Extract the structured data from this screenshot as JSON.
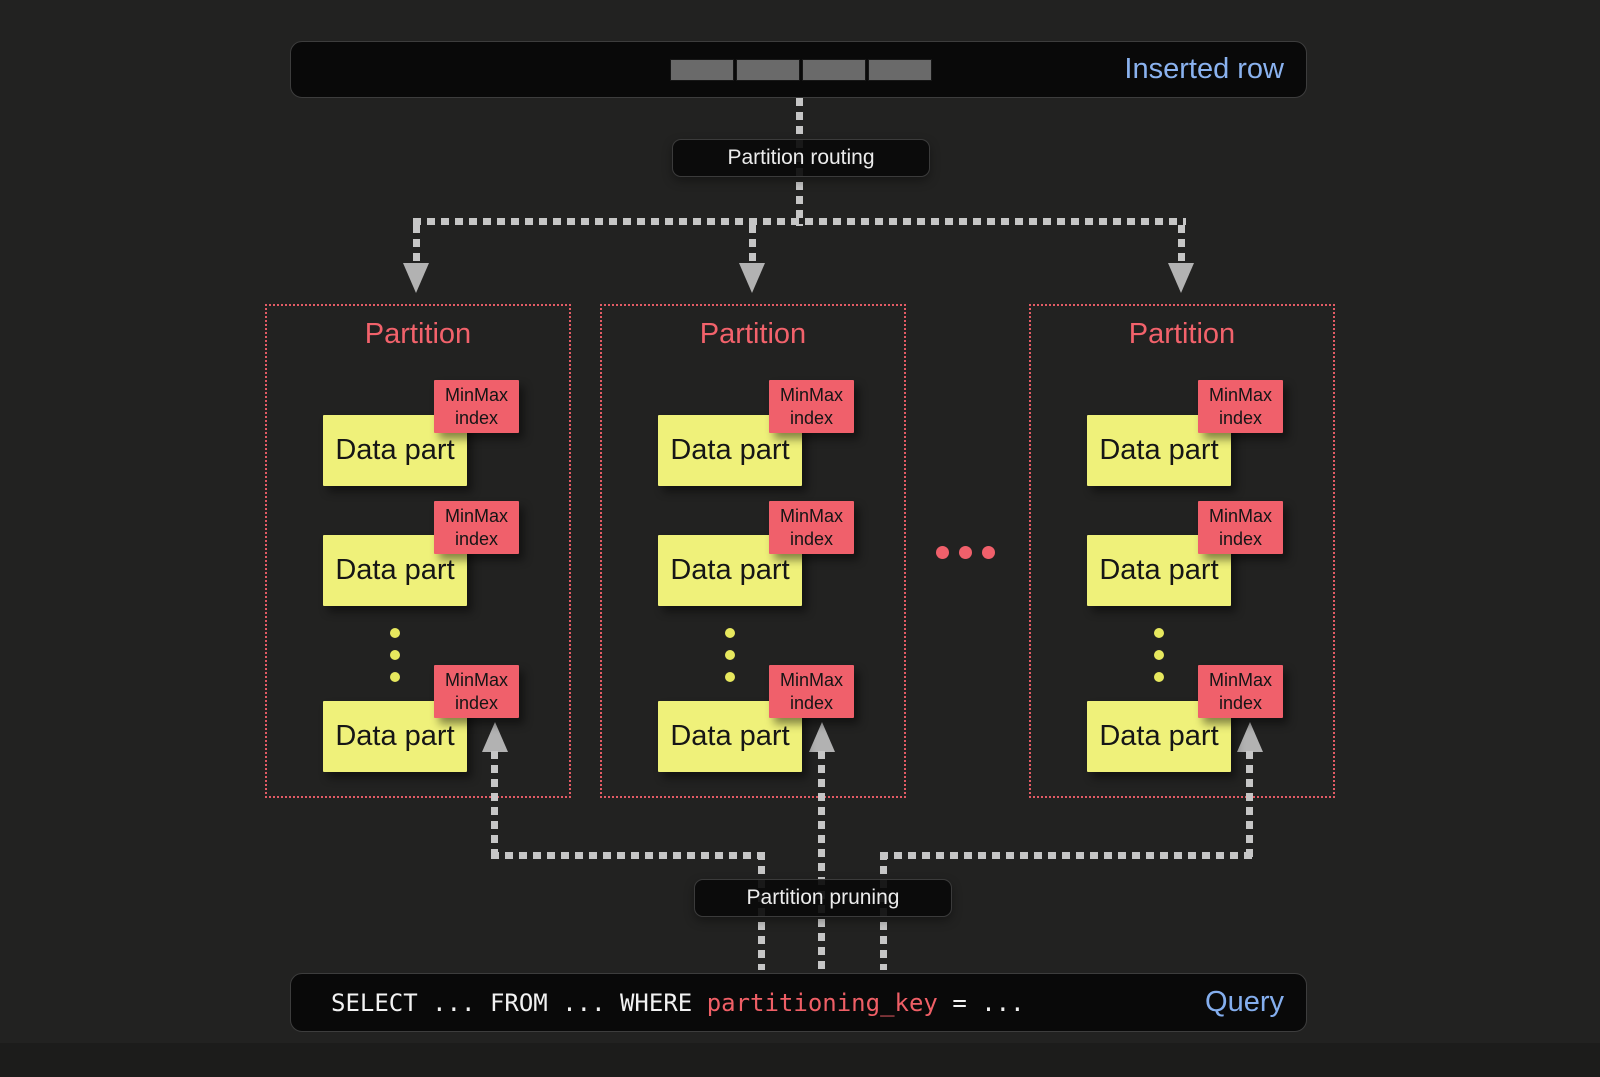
{
  "inserted_row": {
    "label": "Inserted row",
    "cell_count": 4
  },
  "labels": {
    "routing": "Partition routing",
    "pruning": "Partition pruning"
  },
  "partitions": [
    {
      "title": "Partition",
      "parts": [
        {
          "label": "Data part",
          "index": "MinMax index"
        },
        {
          "label": "Data part",
          "index": "MinMax index"
        },
        {
          "label": "Data part",
          "index": "MinMax index"
        }
      ]
    },
    {
      "title": "Partition",
      "parts": [
        {
          "label": "Data part",
          "index": "MinMax index"
        },
        {
          "label": "Data part",
          "index": "MinMax index"
        },
        {
          "label": "Data part",
          "index": "MinMax index"
        }
      ]
    },
    {
      "title": "Partition",
      "parts": [
        {
          "label": "Data part",
          "index": "MinMax index"
        },
        {
          "label": "Data part",
          "index": "MinMax index"
        },
        {
          "label": "Data part",
          "index": "MinMax index"
        }
      ]
    }
  ],
  "query": {
    "pre": "SELECT ... FROM ... WHERE ",
    "key": "partitioning_key",
    "post": " = ...",
    "label": "Query"
  },
  "colors": {
    "background": "#222221",
    "panel": "#090909",
    "data_part_yellow": "#eff17a",
    "minmax_red": "#f0606b",
    "partition_border_red": "#e25b65",
    "accent_blue": "#8ab2ef",
    "arrow_gray": "#c6c6c6"
  }
}
